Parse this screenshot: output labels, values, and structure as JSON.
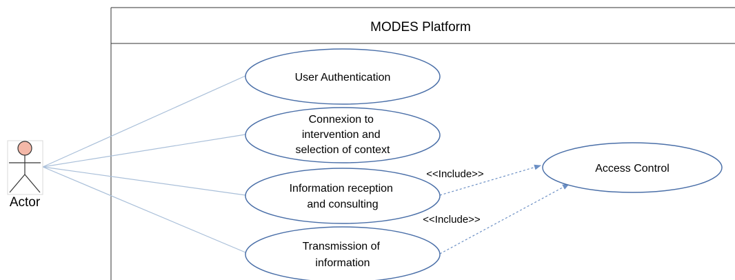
{
  "system": {
    "title": "MODES Platform"
  },
  "actor": {
    "label": "Actor"
  },
  "use_cases": [
    {
      "id": "auth",
      "lines": [
        "User Authentication"
      ]
    },
    {
      "id": "connexion",
      "lines": [
        "Connexion to",
        "intervention and",
        "selection of context"
      ]
    },
    {
      "id": "info",
      "lines": [
        "Information reception",
        "and consulting"
      ]
    },
    {
      "id": "trans",
      "lines": [
        "Transmission of",
        "information"
      ]
    },
    {
      "id": "access",
      "lines": [
        "Access Control"
      ]
    }
  ],
  "relations": [
    {
      "from": "info",
      "to": "access",
      "label": "<<Include>>"
    },
    {
      "from": "trans",
      "to": "access",
      "label": "<<Include>>"
    }
  ],
  "colors": {
    "stroke": "#4a6fa8",
    "association": "#a9bfd9",
    "include": "#6b8fc4",
    "actor_head": "#f4b8a8",
    "border": "#333333"
  }
}
